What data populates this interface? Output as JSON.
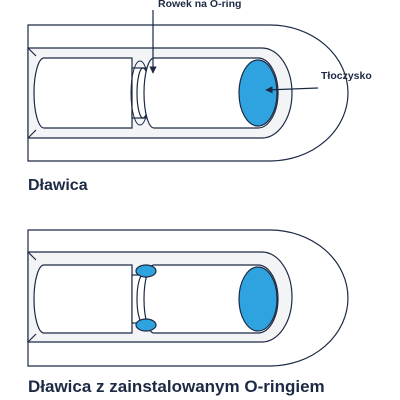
{
  "labels": {
    "groove": "Rowek na O-ring",
    "rod": "Tłoczysko"
  },
  "captions": {
    "top": "Dławica",
    "bottom": "Dławica z zainstalowanym O-ringiem"
  },
  "colors": {
    "outline": "#1c2a44",
    "accent": "#2ea3df",
    "bore": "#f3f4f6",
    "background": "#ffffff"
  }
}
